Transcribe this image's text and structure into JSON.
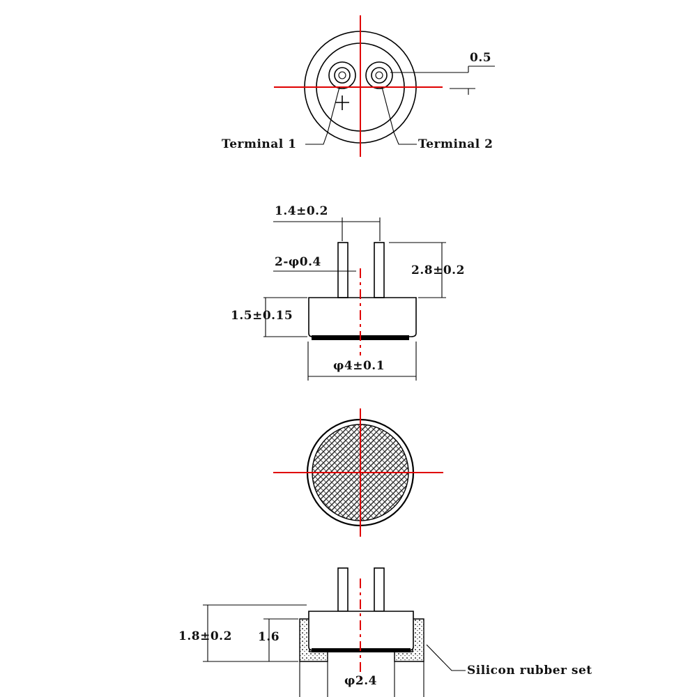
{
  "colors": {
    "outline": "#000000",
    "centerline": "#e00000",
    "background": "#ffffff"
  },
  "top_view": {
    "terminal_1": "Terminal 1",
    "terminal_2": "Terminal 2",
    "polarity_mark": "+",
    "gap_dim": "0.5"
  },
  "side_view": {
    "pin_spacing": "1.4±0.2",
    "pin_diameter": "2-φ0.4",
    "pin_length": "2.8±0.2",
    "body_height": "1.5±0.15",
    "body_diameter": "φ4±0.1"
  },
  "mounted_view": {
    "overall_height": "1.8±0.2",
    "inner_height": "1.6",
    "port_diameter": "φ2.4",
    "boot_label": "Silicon rubber set"
  }
}
